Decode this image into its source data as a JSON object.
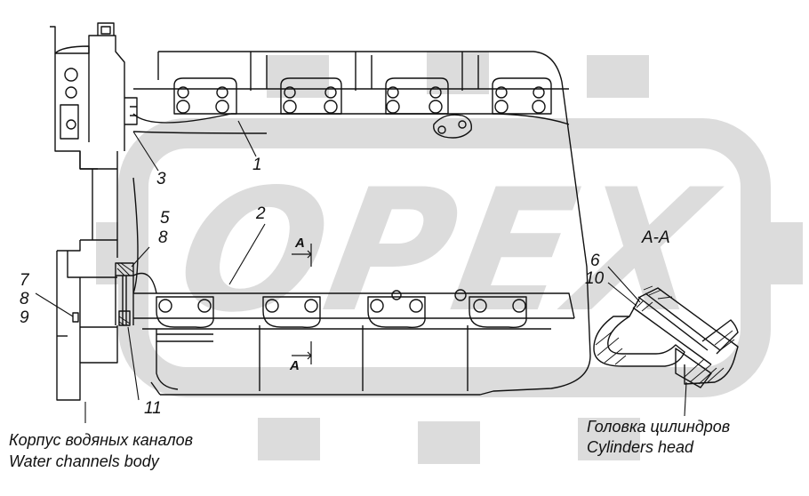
{
  "watermark": {
    "text": "OPEX"
  },
  "callouts": {
    "c1": "1",
    "c2": "2",
    "c3": "3",
    "c5": "5",
    "c6": "6",
    "c7": "7",
    "c8a": "8",
    "c8b": "8",
    "c9": "9",
    "c10": "10",
    "c11": "11"
  },
  "section": {
    "title": "A-A",
    "marker_top": "A",
    "marker_bottom": "A"
  },
  "captions": {
    "water_ru": "Корпус водяных каналов",
    "water_en": "Water channels body",
    "head_ru": "Головка цилиндров",
    "head_en": "Cylinders head"
  },
  "colors": {
    "line": "#111111",
    "watermark": "#dcdcdc",
    "background": "#ffffff"
  }
}
